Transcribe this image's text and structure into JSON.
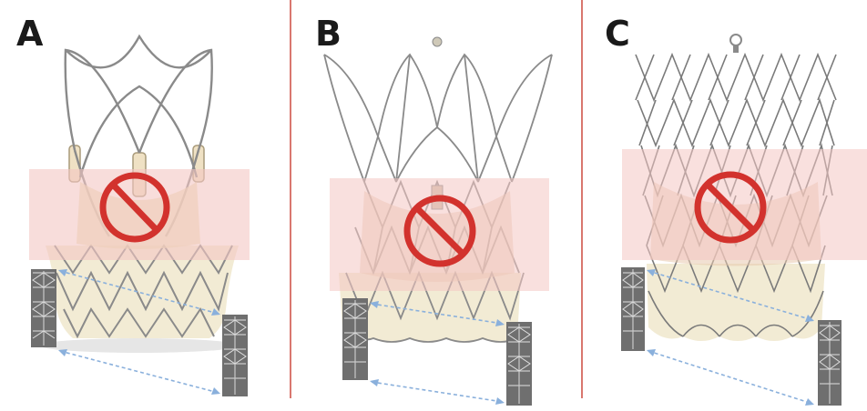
{
  "figure": {
    "panels": [
      {
        "id": "a",
        "label": "A",
        "valve": "valve-a"
      },
      {
        "id": "b",
        "label": "B",
        "valve": "valve-b"
      },
      {
        "id": "c",
        "label": "C",
        "valve": "valve-c"
      }
    ],
    "colors": {
      "highlight_band": "#f4c7c3",
      "prohibition": "#d2322d",
      "frame_strut": "#8a8a8a",
      "leaflet": "#e9ddb0",
      "skirt": "#f0e8cc",
      "arrow": "#8ab0dc",
      "divider": "#d9776f"
    },
    "icons": [
      "prohibition-icon",
      "coronary-stent-icon",
      "double-arrow-icon"
    ]
  }
}
